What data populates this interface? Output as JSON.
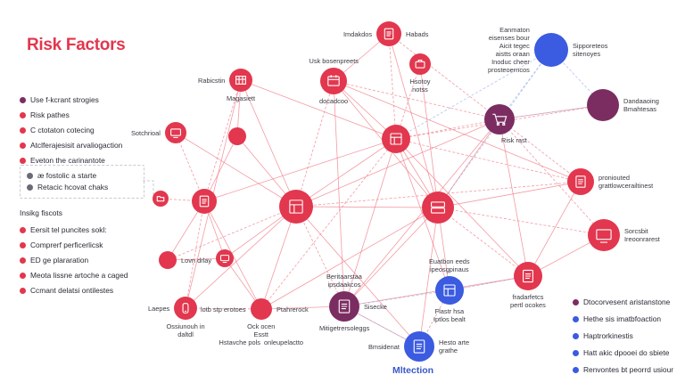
{
  "title": "Risk Factors",
  "colors": {
    "red": "#e2374e",
    "purple": "#7b2d62",
    "blue": "#3b5be0",
    "edge_red": "#ef7a86",
    "edge_blue": "#9fb2ea"
  },
  "legend_left": {
    "group1": [
      {
        "label": "Use f-kcrant strogies",
        "color": "purple"
      },
      {
        "label": "Risk pathes",
        "color": "red"
      },
      {
        "label": "C ctotaton cotecing",
        "color": "red"
      },
      {
        "label": "Atclferajesisit arvaliogaction",
        "color": "red"
      },
      {
        "label": "Eveton the carinantote",
        "color": "red"
      }
    ],
    "group2": [
      {
        "label": "æ fostolic a starte",
        "color": "gray"
      },
      {
        "label": "Retacic hcovat chaks",
        "color": "gray"
      }
    ],
    "group3_heading": "Insikg fiscots",
    "group3": [
      {
        "label": "Eersit tel puncites sokl:",
        "color": "red"
      },
      {
        "label": "Comprerf perficerlicsk",
        "color": "red"
      },
      {
        "label": "ED ge plararation",
        "color": "red"
      },
      {
        "label": "Meota lissne artoche a caged",
        "color": "red"
      },
      {
        "label": "Ccmant delatsi ontilestes",
        "color": "red"
      }
    ]
  },
  "legend_right": [
    {
      "label": "Dtocorvesent aristanstone",
      "color": "purple"
    },
    {
      "label": "Hethe sis imatbfoaction",
      "color": "blue"
    },
    {
      "label": "Haptrorkinestis",
      "color": "blue"
    },
    {
      "label": "Hatt akic dpooei do sbiete",
      "color": "blue"
    },
    {
      "label": "Renvontes bt peorrd usiour",
      "color": "blue"
    }
  ],
  "bottom_title": "Mltection",
  "nodes": [
    {
      "id": "n1",
      "color": "red",
      "icon": "document-icon",
      "labels": [
        {
          "text": "Imdakdos",
          "pos": "left"
        },
        {
          "text": "Habads",
          "pos": "right"
        }
      ]
    },
    {
      "id": "n2",
      "color": "red",
      "icon": "briefcase-icon",
      "labels": [
        {
          "text": "Hsotoy\nnotss",
          "pos": "below"
        }
      ]
    },
    {
      "id": "n3",
      "color": "red",
      "icon": "building-icon",
      "labels": [
        {
          "text": "Rabicstin",
          "pos": "left"
        },
        {
          "text": "Magasiett",
          "pos": "below"
        }
      ]
    },
    {
      "id": "n4",
      "color": "red",
      "icon": "calendar-icon",
      "labels": [
        {
          "text": "Usk bosenpreets",
          "pos": "above"
        },
        {
          "text": "docadcoo",
          "pos": "below"
        }
      ]
    },
    {
      "id": "n5",
      "color": "blue",
      "icon": "",
      "labels": [
        {
          "text": "Eanmaton\neisenses bour\nAicit tegec\naistts oraan\nInoduc cheer\nprosteoerncos",
          "pos": "left"
        },
        {
          "text": "Sipporeteos\nsitenoyes",
          "pos": "right"
        }
      ]
    },
    {
      "id": "n6",
      "color": "purple",
      "icon": "",
      "labels": [
        {
          "text": "Dandaaoing\nBmahtesas",
          "pos": "right"
        }
      ]
    },
    {
      "id": "n7",
      "color": "purple",
      "icon": "cart-icon",
      "labels": [
        {
          "text": "Risk rast",
          "pos": "belowright"
        }
      ]
    },
    {
      "id": "n8",
      "color": "red",
      "icon": "monitor-icon",
      "labels": [
        {
          "text": "Sotchrioal",
          "pos": "left"
        }
      ]
    },
    {
      "id": "n9",
      "color": "red",
      "icon": "",
      "labels": []
    },
    {
      "id": "n10",
      "color": "red",
      "icon": "clipboard-icon",
      "labels": []
    },
    {
      "id": "n11",
      "color": "red",
      "icon": "document-icon",
      "labels": [
        {
          "text": "proniouted\ngrattlowcerailtinest",
          "pos": "right"
        }
      ]
    },
    {
      "id": "n12",
      "color": "red",
      "icon": "document-icon",
      "labels": []
    },
    {
      "id": "n13",
      "color": "red",
      "icon": "clipboard-icon",
      "labels": []
    },
    {
      "id": "n14",
      "color": "red",
      "icon": "server-icon",
      "labels": []
    },
    {
      "id": "n15",
      "color": "red",
      "icon": "folder-icon",
      "labels": []
    },
    {
      "id": "n16",
      "color": "red",
      "icon": "monitor-icon",
      "labels": [
        {
          "text": "Sorcsbit\nIreoonrarest",
          "pos": "right"
        }
      ]
    },
    {
      "id": "n17",
      "color": "red",
      "icon": "document-icon",
      "labels": [
        {
          "text": "fradarfetcs\npertl ocokes",
          "pos": "below"
        }
      ]
    },
    {
      "id": "n18",
      "color": "red",
      "icon": "",
      "labels": [
        {
          "text": "Lovn drlay",
          "pos": "right"
        }
      ]
    },
    {
      "id": "n19",
      "color": "red",
      "icon": "monitor-icon",
      "labels": []
    },
    {
      "id": "n20",
      "color": "red",
      "icon": "phone-icon",
      "labels": [
        {
          "text": "Laepes",
          "pos": "left"
        },
        {
          "text": "Ossiunouh in\ndaltdl",
          "pos": "below"
        }
      ]
    },
    {
      "id": "n21",
      "color": "red",
      "icon": "",
      "labels": [
        {
          "text": "lotb stp erotoes",
          "pos": "left"
        },
        {
          "text": "Ptahrerock",
          "pos": "right"
        },
        {
          "text": "Ock ocen\nEsstt\nHstavche pols  onleupelactto",
          "pos": "below"
        }
      ]
    },
    {
      "id": "n22",
      "color": "purple",
      "icon": "document-icon",
      "labels": [
        {
          "text": "Beritaarstaa\nipsdaakcos",
          "pos": "above"
        },
        {
          "text": "Sisecke",
          "pos": "right"
        },
        {
          "text": "Mitigetrersoleggs",
          "pos": "below"
        }
      ]
    },
    {
      "id": "n23",
      "color": "blue",
      "icon": "clipboard-icon",
      "labels": [
        {
          "text": "Euatbon eeds\nipeosgpinaus",
          "pos": "above"
        },
        {
          "text": "Flastr hsa\nIptlos bealt",
          "pos": "below"
        }
      ]
    },
    {
      "id": "n24",
      "color": "blue",
      "icon": "document-icon",
      "labels": [
        {
          "text": "Bmsidenat",
          "pos": "left"
        },
        {
          "text": "Hesto arte\ngrathe",
          "pos": "right"
        }
      ]
    }
  ]
}
